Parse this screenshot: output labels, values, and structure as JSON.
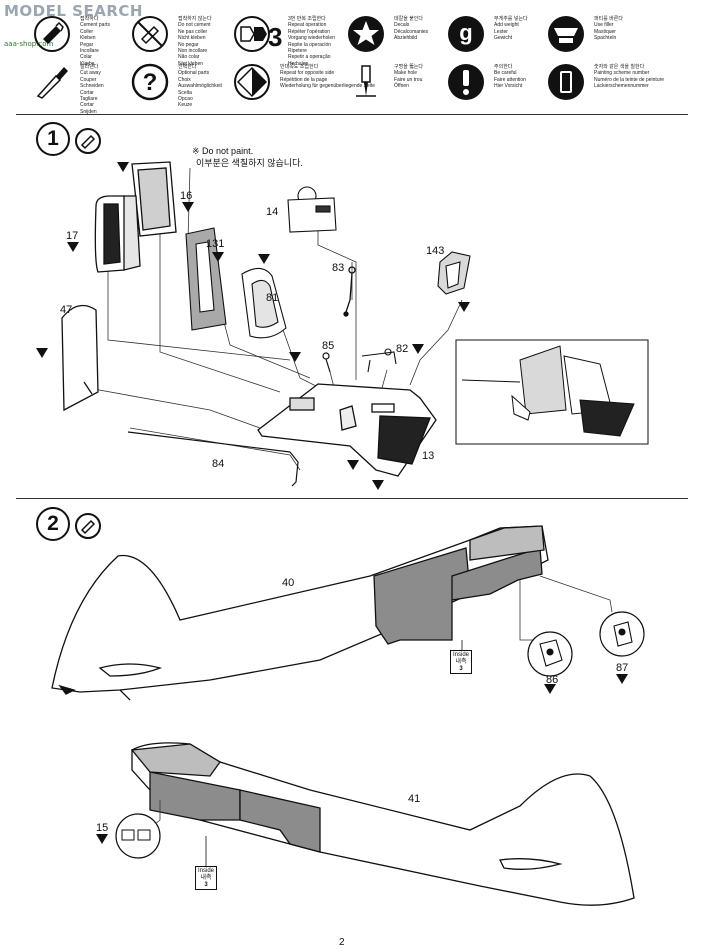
{
  "watermark": {
    "brand": "MODEL SEARCH",
    "sub": "aaa-shop.com"
  },
  "legend": [
    {
      "icon": "glue-tube-icon",
      "lines": [
        "접착하다",
        "Cement parts",
        "Coller",
        "Kleben",
        "Pegar",
        "Incollare",
        "Colar",
        "Klæbe"
      ]
    },
    {
      "icon": "no-glue-icon",
      "lines": [
        "접착하지 않는다",
        "Do not cement",
        "Ne pas coller",
        "Nicht kleben",
        "No pegar",
        "Non incollare",
        "Não colar",
        "Niet kleben"
      ]
    },
    {
      "icon": "repeat-operation-icon",
      "lines": [
        "3",
        "3번 반복 조립한다",
        "Repeat operation",
        "Répéter l'opération",
        "Vorgang wiederholen",
        "Repite la operación",
        "Ripetere",
        "Repetir a operação",
        "Herhalen"
      ]
    },
    {
      "icon": "decal-star-icon",
      "lines": [
        "데칼을 붙인다",
        "Decals",
        "Décalcomanies",
        "Abziehbild"
      ]
    },
    {
      "icon": "add-weight-icon",
      "lines": [
        "무게추를 넣는다",
        "Add weight",
        "Lester",
        "Gewicht"
      ]
    },
    {
      "icon": "use-filler-icon",
      "lines": [
        "퍼티를 바른다",
        "Use filler",
        "Mastiquer",
        "Spachteln"
      ]
    },
    {
      "icon": "cut-away-icon",
      "lines": [
        "잘라낸다",
        "Cut away",
        "Couper",
        "Schneiden",
        "Cortar",
        "Tagliare",
        "Cortar",
        "Snijden"
      ]
    },
    {
      "icon": "optional-parts-icon",
      "lines": [
        "선택한다",
        "Optional parts",
        "Choix",
        "Auswahlmöglichkeit",
        "Scelta",
        "Opcao",
        "Keuze"
      ]
    },
    {
      "icon": "opposite-side-icon",
      "lines": [
        "반대쪽도 조립한다",
        "Repeat for opposite side",
        "Répétition de la page",
        "Wiederholung für gegenüberliegende Seite"
      ]
    },
    {
      "icon": "drill-hole-icon",
      "lines": [
        "구멍을 뚫는다",
        "Make hole",
        "Faire un trou",
        "Öffnen"
      ]
    },
    {
      "icon": "be-careful-icon",
      "lines": [
        "주의한다",
        "Be careful",
        "Faire attention",
        "Hier Vorsicht"
      ]
    },
    {
      "icon": "paint-number-icon",
      "lines": [
        "숫자와 같은 색을 칠한다",
        "Painting scheme number",
        "Numéro de la teinte de peinture",
        "Lackierschemennummer"
      ]
    }
  ],
  "step1": {
    "number": "1",
    "note_en": "※ Do not paint.",
    "note_ko": "이부분은 색칠하지 않습니다.",
    "parts": [
      "16",
      "17",
      "131",
      "14",
      "83",
      "143",
      "81",
      "47",
      "85",
      "82",
      "84",
      "13"
    ],
    "paint_marks": [
      "3",
      "3",
      "3",
      "3",
      "3",
      "3",
      "3",
      "3",
      "3",
      "3"
    ]
  },
  "step2": {
    "number": "2",
    "parts": [
      "40",
      "86",
      "87",
      "41",
      "15"
    ],
    "inside_label_en": "Inside",
    "inside_label_ko": "내측",
    "inside_mark": "3",
    "marks": [
      "3",
      "3",
      "3"
    ]
  },
  "footer": {
    "page": "2"
  },
  "colors": {
    "ink": "#111111",
    "part_gray": "#8c8c8c",
    "paper": "#ffffff"
  }
}
